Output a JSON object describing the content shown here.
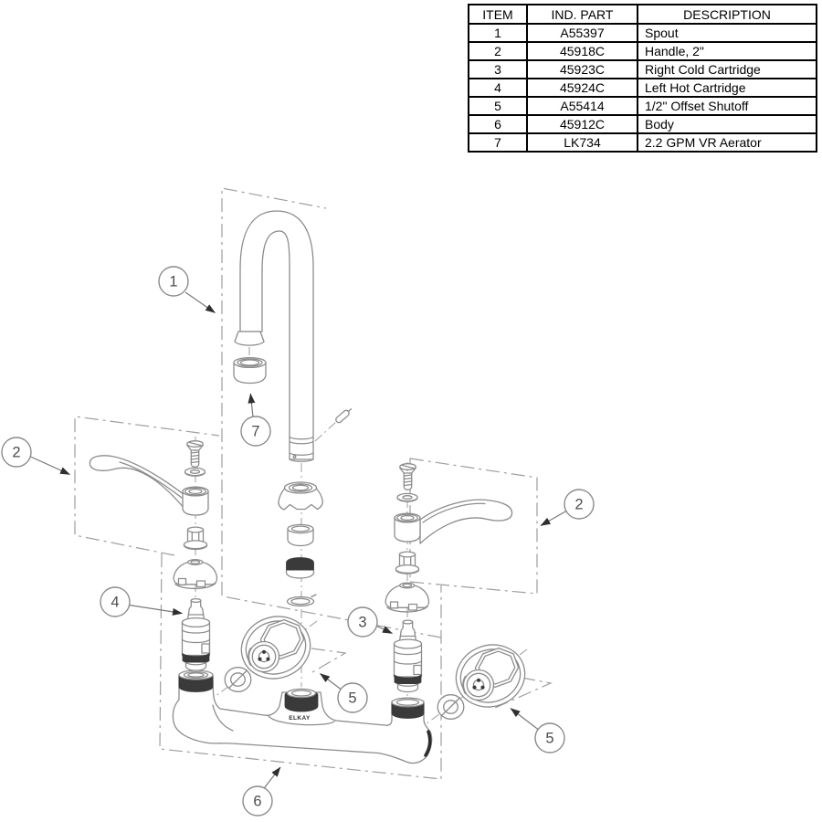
{
  "table": {
    "headers": [
      "ITEM",
      "IND. PART",
      "DESCRIPTION"
    ],
    "rows": [
      [
        "1",
        "A55397",
        "Spout"
      ],
      [
        "2",
        "45918C",
        "Handle, 2\""
      ],
      [
        "3",
        "45923C",
        "Right Cold Cartridge"
      ],
      [
        "4",
        "45924C",
        "Left Hot Cartridge"
      ],
      [
        "5",
        "A55414",
        "1/2\" Offset Shutoff"
      ],
      [
        "6",
        "45912C",
        "Body"
      ],
      [
        "7",
        "LK734",
        "2.2 GPM VR Aerator"
      ]
    ]
  },
  "diagram": {
    "brand_label": "ELKAY",
    "callouts": [
      {
        "label": "1"
      },
      {
        "label": "7"
      },
      {
        "label": "2"
      },
      {
        "label": "2"
      },
      {
        "label": "4"
      },
      {
        "label": "3"
      },
      {
        "label": "5"
      },
      {
        "label": "5"
      },
      {
        "label": "6"
      }
    ],
    "colors": {
      "line": "#8c8c8c",
      "dark_fill": "#3a3a3a",
      "table_border": "#000000"
    }
  }
}
